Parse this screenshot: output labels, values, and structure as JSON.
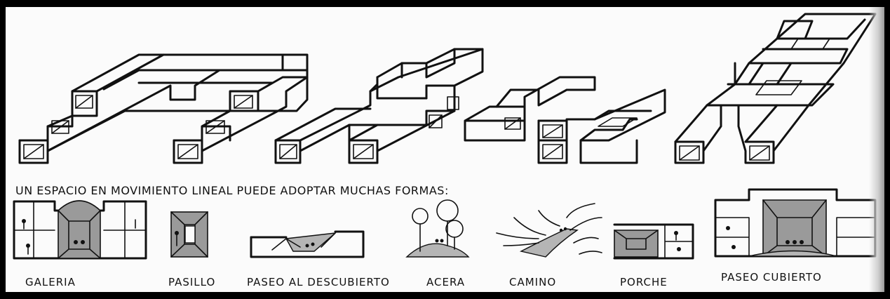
{
  "caption": "UN ESPACIO EN MOVIMIENTO LINEAL PUEDE ADOPTAR MUCHAS FORMAS:",
  "labels": {
    "galeria": "GALERIA",
    "pasillo": "PASILLO",
    "paseo_descubierto": "PASEO AL DESCUBIERTO",
    "acera": "ACERA",
    "camino": "CAMINO",
    "porche": "PORCHE",
    "paseo_cubierto": "PASEO CUBIERTO"
  }
}
